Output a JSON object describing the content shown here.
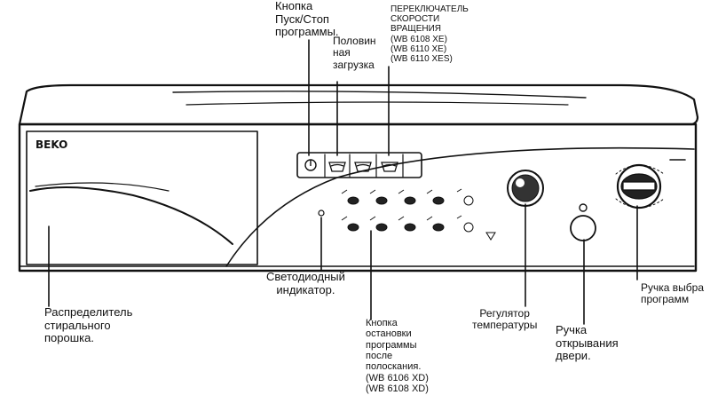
{
  "brand": "BEKO",
  "labels": {
    "start_stop": [
      "Кнопка",
      "Пуск/Стоп",
      "программы."
    ],
    "half_load": [
      "Половин",
      "ная",
      "загрузка"
    ],
    "spin_switch": [
      "ПЕРЕКЛЮЧАТЕЛЬ",
      "СКОРОСТИ",
      "ВРАЩЕНИЯ",
      "(WB 6108 XE)",
      "(WB 6110 XE)",
      "(WB 6110 XES)"
    ],
    "led": [
      "Светодиодный",
      "индикатор."
    ],
    "rinse_stop": [
      "Кнопка",
      "остановки",
      "программы",
      "после",
      "полоскания.",
      "(WB 6106 XD)",
      "(WB 6108 XD)"
    ],
    "dispenser": [
      "Распределитель",
      "стирального",
      "порошка."
    ],
    "temperature": [
      "Регулятор",
      "температуры"
    ],
    "door": [
      "Ручка",
      "открывания",
      "двери."
    ],
    "program": [
      "Ручка выбра",
      "программ"
    ]
  },
  "colors": {
    "line": "#111111",
    "background": "#ffffff"
  }
}
